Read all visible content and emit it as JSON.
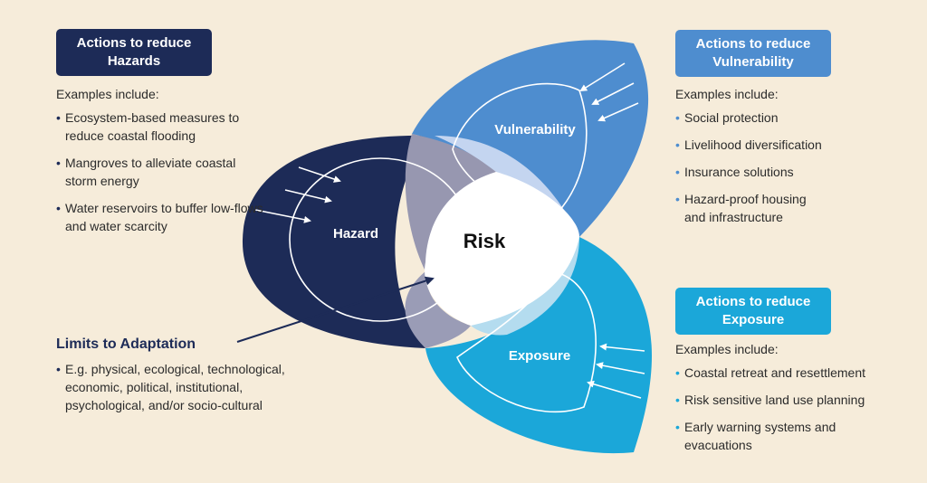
{
  "boxes": {
    "hazards": {
      "line1": "Actions to reduce",
      "line2": "Hazards",
      "color": "#1d2b57"
    },
    "vulnerability": {
      "line1": "Actions to reduce",
      "line2": "Vulnerability",
      "color": "#4e8dcf"
    },
    "exposure": {
      "line1": "Actions to reduce",
      "line2": "Exposure",
      "color": "#1ba7d9"
    }
  },
  "hazards_panel": {
    "intro": "Examples include:",
    "items": [
      "Ecosystem-based measures to reduce coastal flooding",
      "Mangroves to alleviate coastal storm energy",
      "Water reservoirs to buffer low-flows and water scarcity"
    ]
  },
  "vulnerability_panel": {
    "intro": "Examples include:",
    "items": [
      "Social protection",
      "Livelihood diversification",
      "Insurance solutions",
      "Hazard-proof housing and infrastructure"
    ]
  },
  "exposure_panel": {
    "intro": "Examples include:",
    "items": [
      "Coastal retreat and resettlement",
      "Risk sensitive land use planning",
      "Early warning systems and evacuations"
    ]
  },
  "limits": {
    "title": "Limits to Adaptation",
    "items": [
      "E.g. physical, ecological, technological, economic, political, institutional, psychological, and/or socio-cultural"
    ]
  },
  "diagram": {
    "hazard_label": "Hazard",
    "vulnerability_label": "Vulnerability",
    "exposure_label": "Exposure",
    "risk_label": "Risk",
    "colors": {
      "hazard": "#1d2b57",
      "vulnerability": "#4e8dcf",
      "exposure": "#1ba7d9",
      "background": "#f6ecda"
    }
  }
}
